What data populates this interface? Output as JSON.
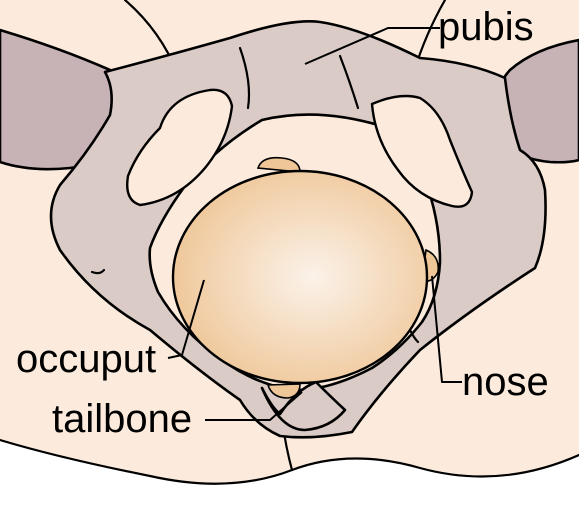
{
  "labels": {
    "pubis": "pubis",
    "occuput": "occuput",
    "tailbone": "tailbone",
    "nose": "nose"
  },
  "colors": {
    "skin": "#fcebdc",
    "bone": "#dacbc6",
    "thigh": "#c7b2b6",
    "head_center": "#fbf0e6",
    "head_edge": "#efc697",
    "line": "#000000",
    "background": "#ffffff"
  }
}
